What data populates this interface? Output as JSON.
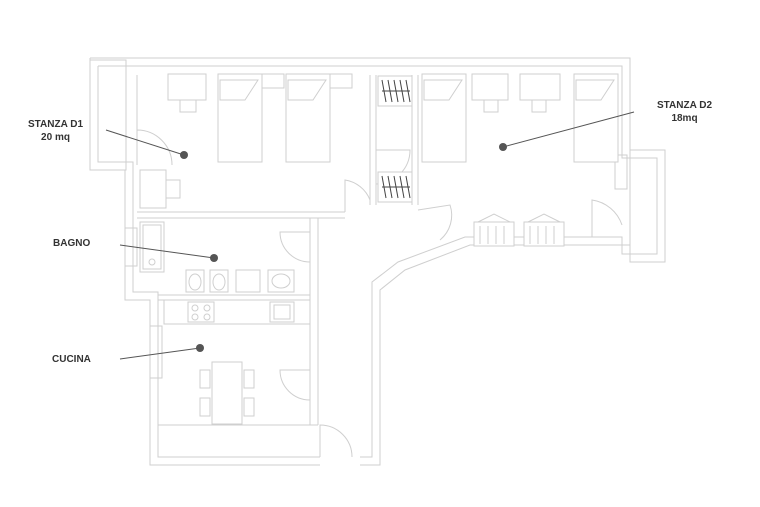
{
  "rooms": [
    {
      "id": "stanza-d1",
      "name": "STANZA D1",
      "area": "20 mq"
    },
    {
      "id": "stanza-d2",
      "name": "STANZA D2",
      "area": "18mq"
    },
    {
      "id": "bagno",
      "name": "BAGNO",
      "area": ""
    },
    {
      "id": "cucina",
      "name": "CUCINA",
      "area": ""
    }
  ],
  "colors": {
    "wall": "#cfcfcf",
    "label": "#333333",
    "marker": "#555555",
    "background": "#ffffff"
  }
}
